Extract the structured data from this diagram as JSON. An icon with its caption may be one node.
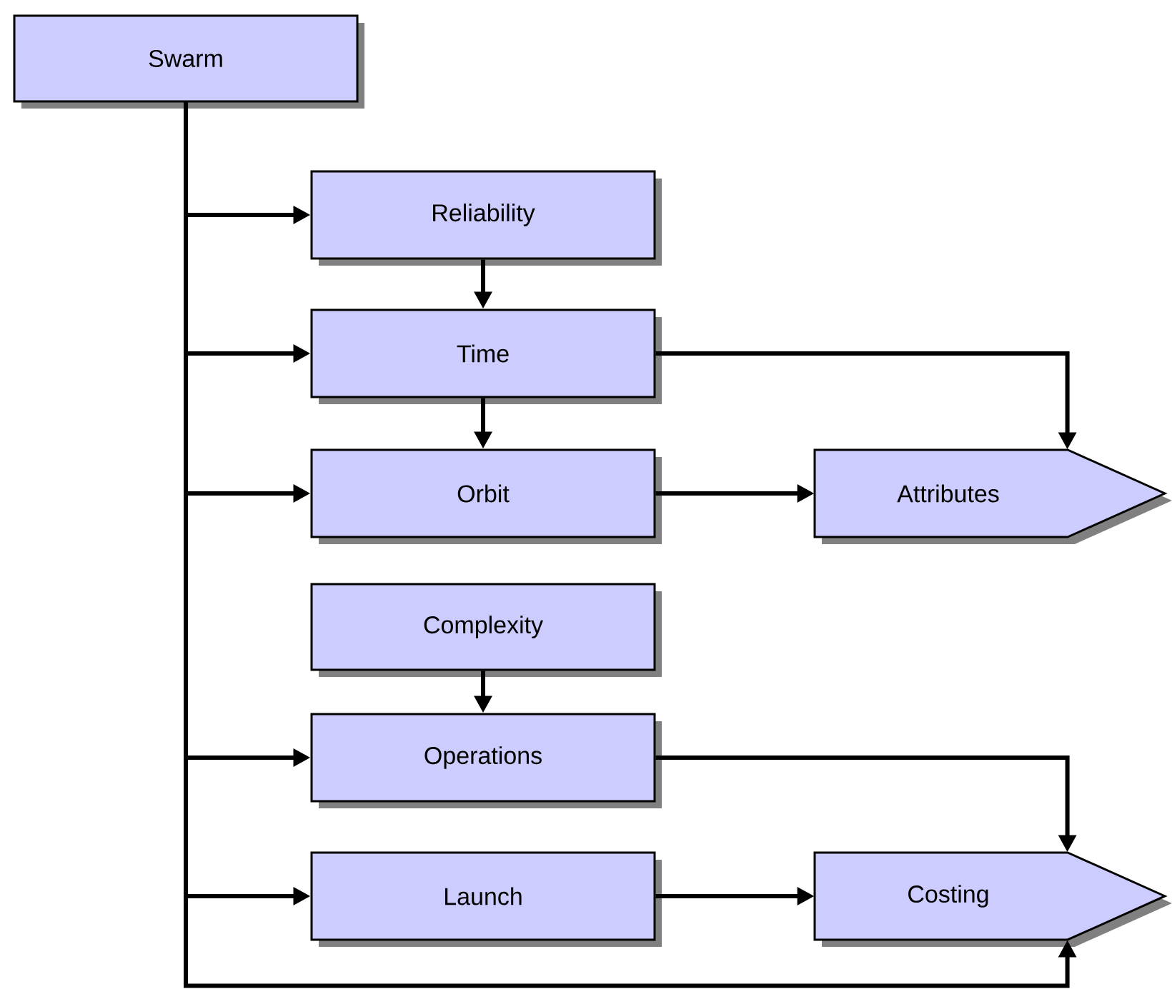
{
  "diagram": {
    "nodes": [
      {
        "text": [
          "Swarm"
        ]
      },
      {
        "text": [
          "Reliability"
        ]
      },
      {
        "text": [
          "Time"
        ]
      },
      {
        "text": [
          "Orbit"
        ]
      },
      {
        "text": [
          "Attributes"
        ]
      },
      {
        "text": [
          "Complexity"
        ]
      },
      {
        "text": [
          "Operations"
        ]
      },
      {
        "text": [
          "Launch"
        ]
      },
      {
        "text": [
          "Costing"
        ]
      }
    ],
    "edges": [
      {
        "from": 0,
        "to": 1,
        "arrow": "to"
      },
      {
        "from": 0,
        "to": 2,
        "arrow": "to"
      },
      {
        "from": 0,
        "to": 3,
        "arrow": "to"
      },
      {
        "from": 0,
        "to": 6,
        "arrow": "to"
      },
      {
        "from": 0,
        "to": 7,
        "arrow": "to"
      },
      {
        "from": 0,
        "to": 8,
        "arrow": "to"
      },
      {
        "from": 1,
        "to": 2,
        "arrow": "to"
      },
      {
        "from": 2,
        "to": 3,
        "arrow": "to"
      },
      {
        "from": 2,
        "to": 4,
        "arrow": "to"
      },
      {
        "from": 3,
        "to": 4,
        "arrow": "to"
      },
      {
        "from": 5,
        "to": 6,
        "arrow": "to"
      },
      {
        "from": 6,
        "to": 8,
        "arrow": "to"
      },
      {
        "from": 7,
        "to": 8,
        "arrow": "to"
      }
    ]
  }
}
